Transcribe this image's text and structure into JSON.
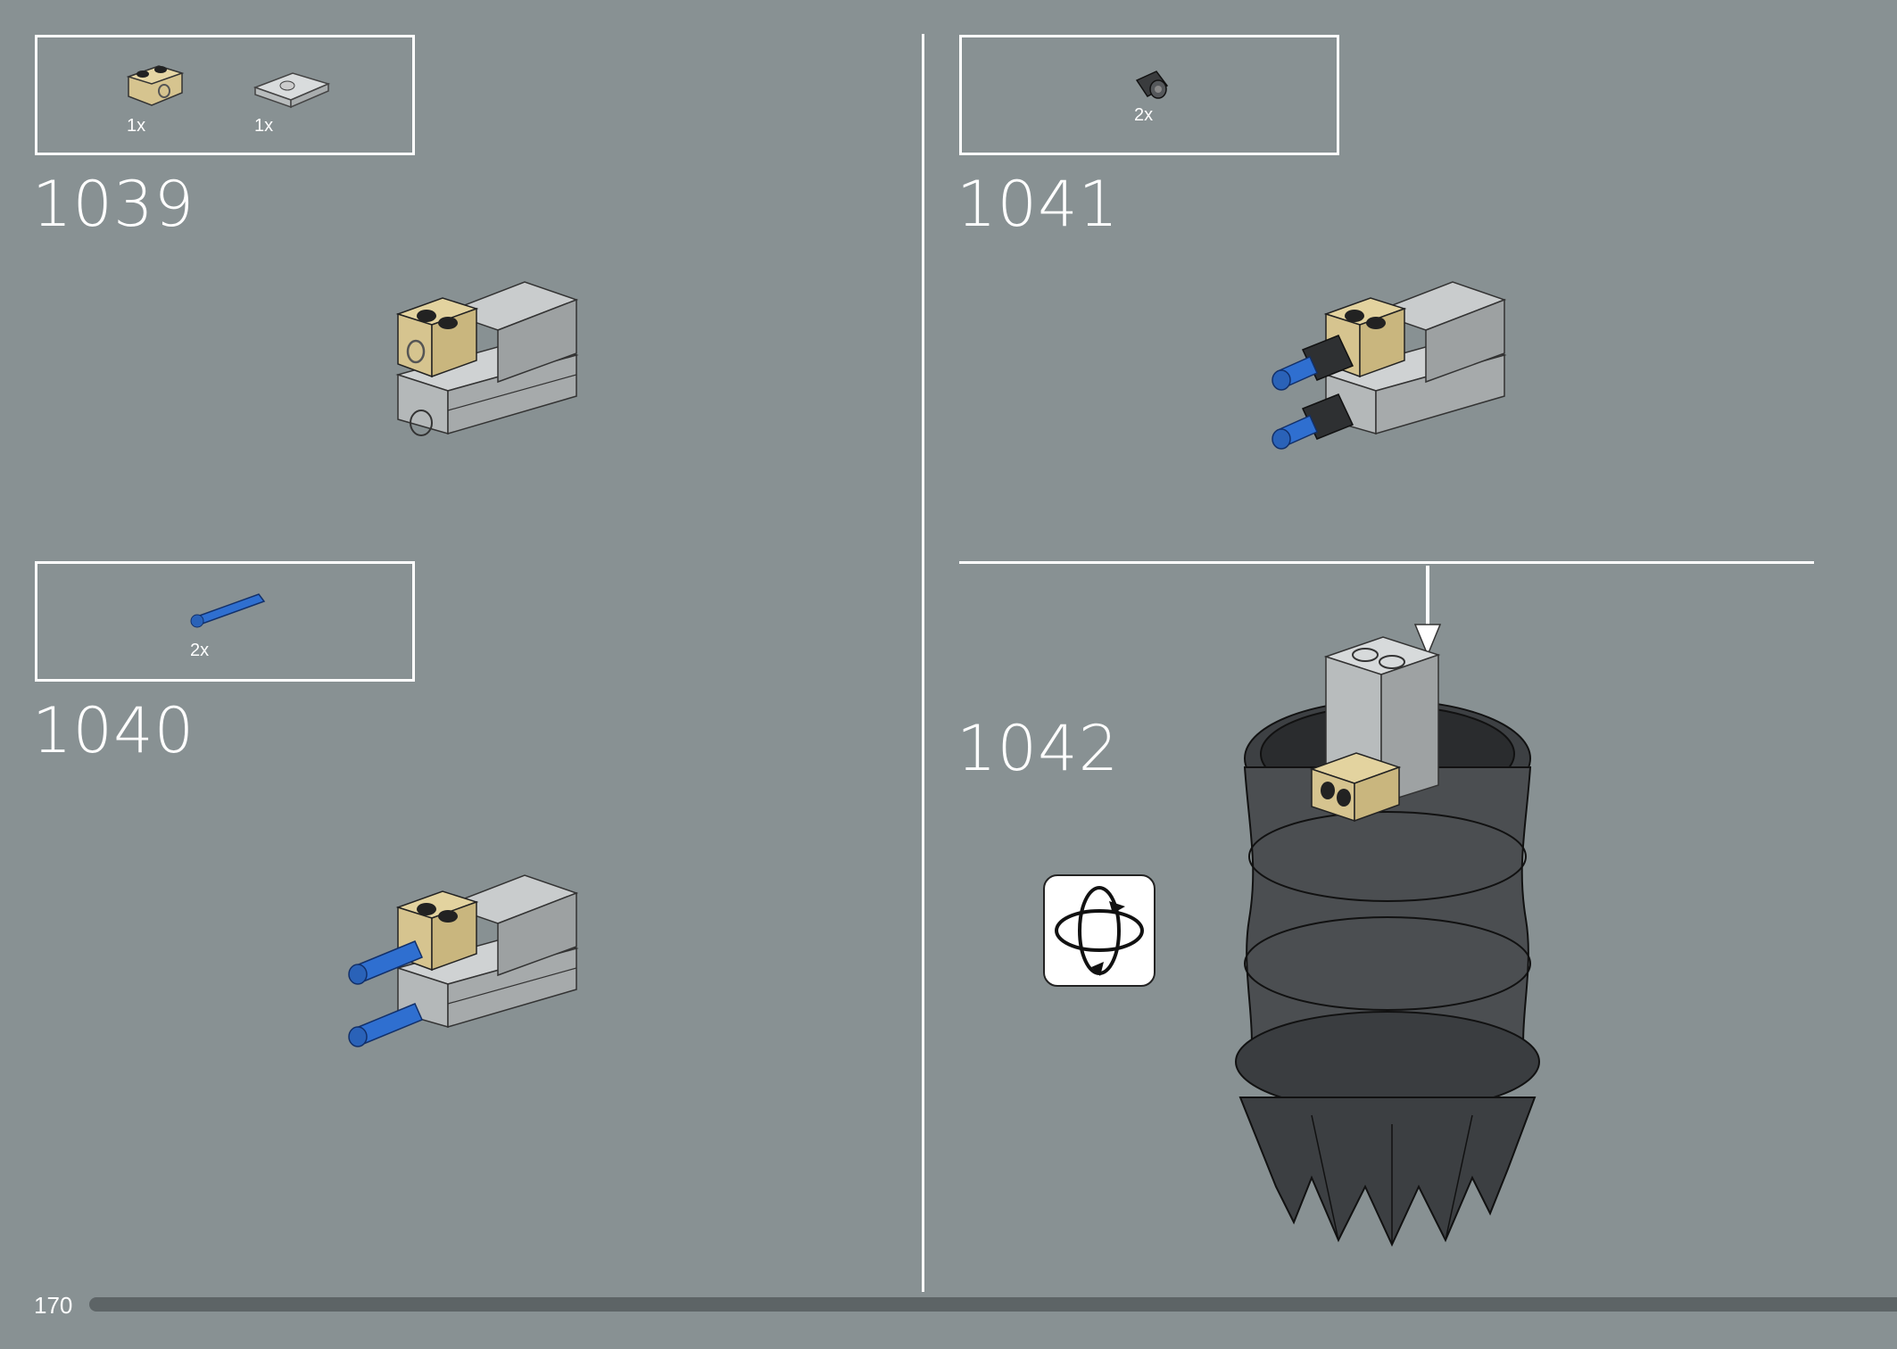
{
  "page": {
    "number": "170"
  },
  "steps": [
    {
      "number": "1039",
      "parts": [
        {
          "qty": "1x",
          "icon": "tan-technic-brick-1x2"
        },
        {
          "qty": "1x",
          "icon": "light-gray-plate-with-pin-hole"
        }
      ]
    },
    {
      "number": "1040",
      "parts": [
        {
          "qty": "2x",
          "icon": "blue-technic-axle-pin"
        }
      ]
    },
    {
      "number": "1041",
      "parts": [
        {
          "qty": "2x",
          "icon": "black-technic-bush"
        }
      ]
    },
    {
      "number": "1042",
      "icon": "rotate-model-icon"
    }
  ],
  "colors": {
    "background": "#889193",
    "tan": "#d6c48f",
    "blue": "#2f6fd0",
    "light_gray": "#bfc2c3",
    "dark_gray": "#4a4d50"
  }
}
